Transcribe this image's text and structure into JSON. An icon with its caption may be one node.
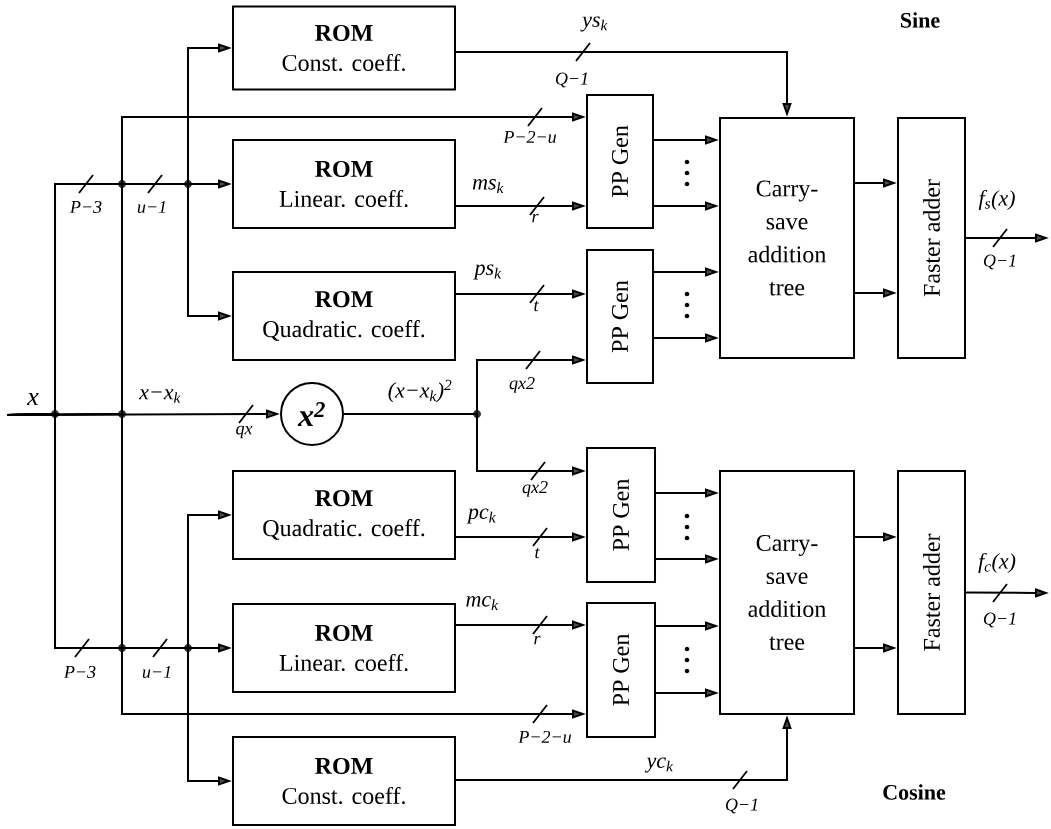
{
  "diagram": {
    "nodes": [
      {
        "text": [
          "ROM",
          "Const. coeff."
        ]
      },
      {
        "text": [
          "ROM",
          "Linear. coeff."
        ]
      },
      {
        "text": [
          "ROM",
          "Quadratic. coeff."
        ]
      },
      {
        "text": [
          "x$^{2}$"
        ]
      },
      {
        "text": [
          "PP Gen"
        ]
      },
      {
        "text": [
          "PP Gen"
        ]
      },
      {
        "text": [
          "Carry- save addition tree"
        ]
      },
      {
        "text": [
          "Faster adder"
        ]
      },
      {
        "text": [
          "ROM",
          "Quadratic. coeff."
        ]
      },
      {
        "text": [
          "ROM",
          "Linear. coeff."
        ]
      },
      {
        "text": [
          "ROM",
          "Const. coeff."
        ]
      },
      {
        "text": [
          "PP Gen"
        ]
      },
      {
        "text": [
          "PP Gen"
        ]
      },
      {
        "text": [
          "Carry- save addition tree"
        ]
      },
      {
        "text": [
          "Faster adder"
        ]
      },
      {
        "text": [
          "x"
        ]
      }
    ],
    "edges": [
      {
        "from": 15,
        "to": 0,
        "arrow": "to"
      },
      {
        "from": 15,
        "to": 1,
        "arrow": "to"
      },
      {
        "from": 15,
        "to": 2,
        "arrow": "to"
      },
      {
        "from": 15,
        "to": 4,
        "arrow": "to"
      },
      {
        "from": 15,
        "to": 3,
        "arrow": "to",
        "label": "x−x$_{k}$"
      },
      {
        "from": 15,
        "to": 8,
        "arrow": "to"
      },
      {
        "from": 15,
        "to": 9,
        "arrow": "to"
      },
      {
        "from": 15,
        "to": 10,
        "arrow": "to"
      },
      {
        "from": 15,
        "to": 12,
        "arrow": "to"
      },
      {
        "from": 0,
        "to": 6,
        "arrow": "to",
        "label": "ys$_{k}$"
      },
      {
        "from": 1,
        "to": 4,
        "arrow": "to",
        "label": "ms$_{k}$"
      },
      {
        "from": 2,
        "to": 5,
        "arrow": "to",
        "label": "ps$_{k}$"
      },
      {
        "from": 3,
        "to": 5,
        "arrow": "to",
        "label": "(x−x$_{k}$)$^{2}$"
      },
      {
        "from": 3,
        "to": 11,
        "arrow": "to"
      },
      {
        "from": 4,
        "to": 6,
        "arrow": "to"
      },
      {
        "from": 4,
        "to": 6,
        "arrow": "to"
      },
      {
        "from": 5,
        "to": 6,
        "arrow": "to"
      },
      {
        "from": 5,
        "to": 6,
        "arrow": "to"
      },
      {
        "from": 6,
        "to": 7,
        "arrow": "to"
      },
      {
        "from": 6,
        "to": 7,
        "arrow": "to"
      },
      {
        "from": 7,
        "to": null,
        "arrow": "to",
        "label": "f$_{s}$(x)"
      },
      {
        "from": 8,
        "to": 11,
        "arrow": "to",
        "label": "pc$_{k}$"
      },
      {
        "from": 9,
        "to": 12,
        "arrow": "to",
        "label": "mc$_{k}$"
      },
      {
        "from": 10,
        "to": 13,
        "arrow": "to",
        "label": "yc$_{k}$"
      },
      {
        "from": 11,
        "to": 13,
        "arrow": "to"
      },
      {
        "from": 11,
        "to": 13,
        "arrow": "to"
      },
      {
        "from": 12,
        "to": 13,
        "arrow": "to"
      },
      {
        "from": 12,
        "to": 13,
        "arrow": "to"
      },
      {
        "from": 13,
        "to": 14,
        "arrow": "to"
      },
      {
        "from": 13,
        "to": 14,
        "arrow": "to"
      },
      {
        "from": 14,
        "to": null,
        "arrow": "to",
        "label": "f$_{c}$(x)"
      }
    ],
    "labels": [
      "P−3",
      "u−1",
      "P−2−u",
      "Q−1",
      "r",
      "t",
      "qx",
      "qx2",
      "qx2",
      "Q−1",
      "Sine",
      "t",
      "r",
      "P−3",
      "u−1",
      "P−2−u",
      "Q−1",
      "Q−1",
      "Cosine"
    ]
  }
}
